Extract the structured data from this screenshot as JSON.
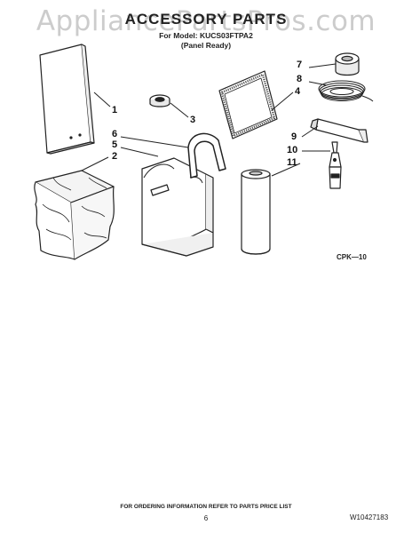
{
  "watermark": "AppliancePartsPros.com",
  "header": {
    "title": "ACCESSORY PARTS",
    "model_line": "For Model: KUCS03FTPA2",
    "variant_line": "(Panel Ready)"
  },
  "callouts": {
    "c1": "1",
    "c2": "2",
    "c3": "3",
    "c4": "4",
    "c5": "5",
    "c6": "6",
    "c7": "7",
    "c8": "8",
    "c9": "9",
    "c10": "10",
    "c11": "11"
  },
  "diagram_code": "CPK—10",
  "footer": {
    "note": "FOR ORDERING INFORMATION REFER TO PARTS PRICE LIST",
    "page_number": "6",
    "doc_id": "W10427183"
  }
}
